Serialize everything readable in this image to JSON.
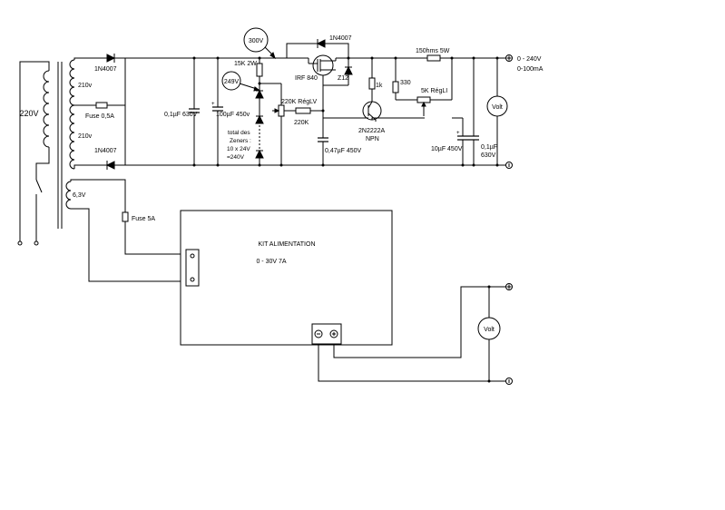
{
  "labels": {
    "mains": "220V",
    "sec_top": "210v",
    "sec_bot": "210v",
    "fuse_hv": "Fuse 0,5A",
    "diode_top": "1N4007",
    "diode_bot": "1N4007",
    "sec_lv": "6,3V",
    "fuse_lv": "Fuse 5A",
    "cap1": "0,1µF 630V",
    "cap2": "100µF 450v",
    "res_15k": "15K 2W",
    "badge_300": "300V",
    "badge_249": "249V",
    "zener_note1": "total des",
    "zener_note2": "Zeners :",
    "zener_note3": "10 x 24V",
    "zener_note4": "=240V",
    "pot_v": "220K RégLV",
    "res_220k": "220K",
    "mosfet": "IRF 840",
    "z12": "Z12",
    "diode_fb": "1N4007",
    "res_1k": "1k",
    "cap_047": "0,47µF 450V",
    "transistor1": "2N2222A",
    "transistor2": "NPN",
    "res_330": "330",
    "pot_i": "5K RégLI",
    "res_150": "150hms 5W",
    "cap_10u": "10µF 450V",
    "cap_out1": "0,1µF",
    "cap_out2": "630V",
    "out_range1": "0 - 240V",
    "out_range2": "0-100mA",
    "volt1": "Volt",
    "kit_title": "KIT ALIMENTATION",
    "kit_range": "0 - 30V  7A",
    "volt2": "Volt",
    "minus": "−",
    "plus": "+"
  }
}
